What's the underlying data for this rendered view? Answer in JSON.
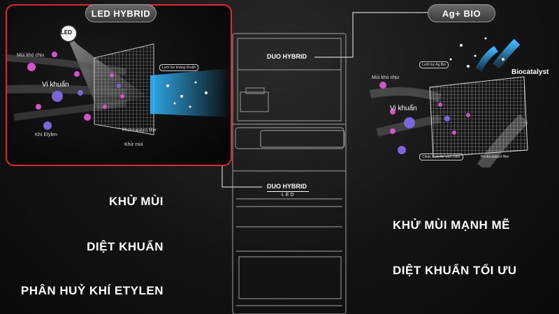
{
  "left_panel": {
    "title": "LED HYBRID",
    "led_badge": "LED",
    "labels": {
      "odor": "Mùi khó chịu",
      "bacteria": "Vi khuẩn",
      "ethylene": "Khí Etylen",
      "photocatalyst": "Photocatalyst filter",
      "deodorize": "Khử mùi",
      "tag": "Lưới lọc kháng khuẩn"
    },
    "highlight_color": "#e3262f"
  },
  "right_panel": {
    "title": "Ag+ BIO",
    "labels": {
      "odor": "Mùi khó chịu",
      "bacteria": "Vi khuẩn",
      "biocatalyst": "Biocatalyst",
      "clean_air": "Clean Cool Air with Odor",
      "photocatalyst": "Photocatalyst filter",
      "tag": "Lưới lọc Ag Bio"
    }
  },
  "fridge": {
    "top_label": "DUO HYBRID",
    "bottom_label": "DUO HYBRID",
    "bottom_sub": "LED"
  },
  "benefits_left": [
    "KHỬ MÙI",
    "DIỆT KHUẨN",
    "PHÂN HUỶ KHÍ ETYLEN"
  ],
  "benefits_right": [
    "KHỬ MÙI MẠNH MẼ",
    "DIỆT KHUẨN TỐI ƯU"
  ]
}
